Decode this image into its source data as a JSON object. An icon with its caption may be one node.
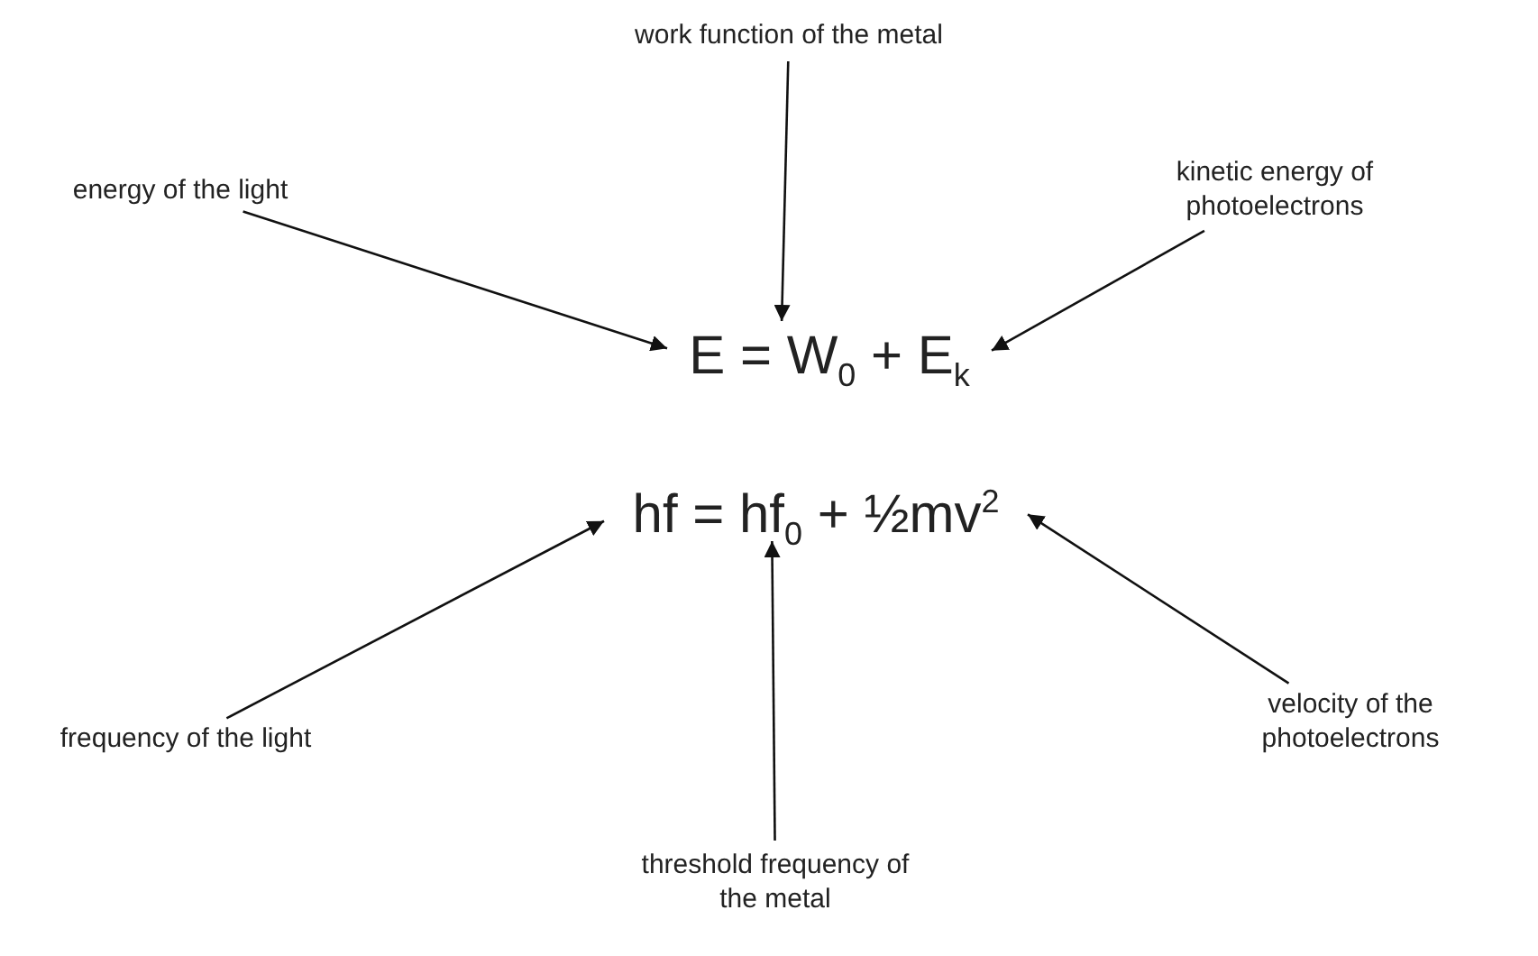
{
  "diagram": {
    "nodes": [
      {
        "text": [
          "work function of the metal"
        ]
      },
      {
        "text": [
          "energy of the light"
        ]
      },
      {
        "text": [
          "kinetic energy of photoelectrons"
        ]
      },
      {
        "text": [
          "E = W$_{0}$ + E$_{k}$"
        ]
      },
      {
        "text": [
          "hf = hf$_{0}$ + ½mv$^{2}$"
        ]
      },
      {
        "text": [
          "frequency of the light"
        ]
      },
      {
        "text": [
          "velocity of the photoelectrons"
        ]
      },
      {
        "text": [
          "threshold frequency of the metal"
        ]
      }
    ],
    "edges": [
      {
        "from": 0,
        "to": 3,
        "arrow": "to"
      },
      {
        "from": 1,
        "to": 3,
        "arrow": "to"
      },
      {
        "from": 2,
        "to": 3,
        "arrow": "to"
      },
      {
        "from": 5,
        "to": 4,
        "arrow": "to"
      },
      {
        "from": 7,
        "to": 4,
        "arrow": "to"
      },
      {
        "from": 6,
        "to": 4,
        "arrow": "to"
      }
    ]
  }
}
